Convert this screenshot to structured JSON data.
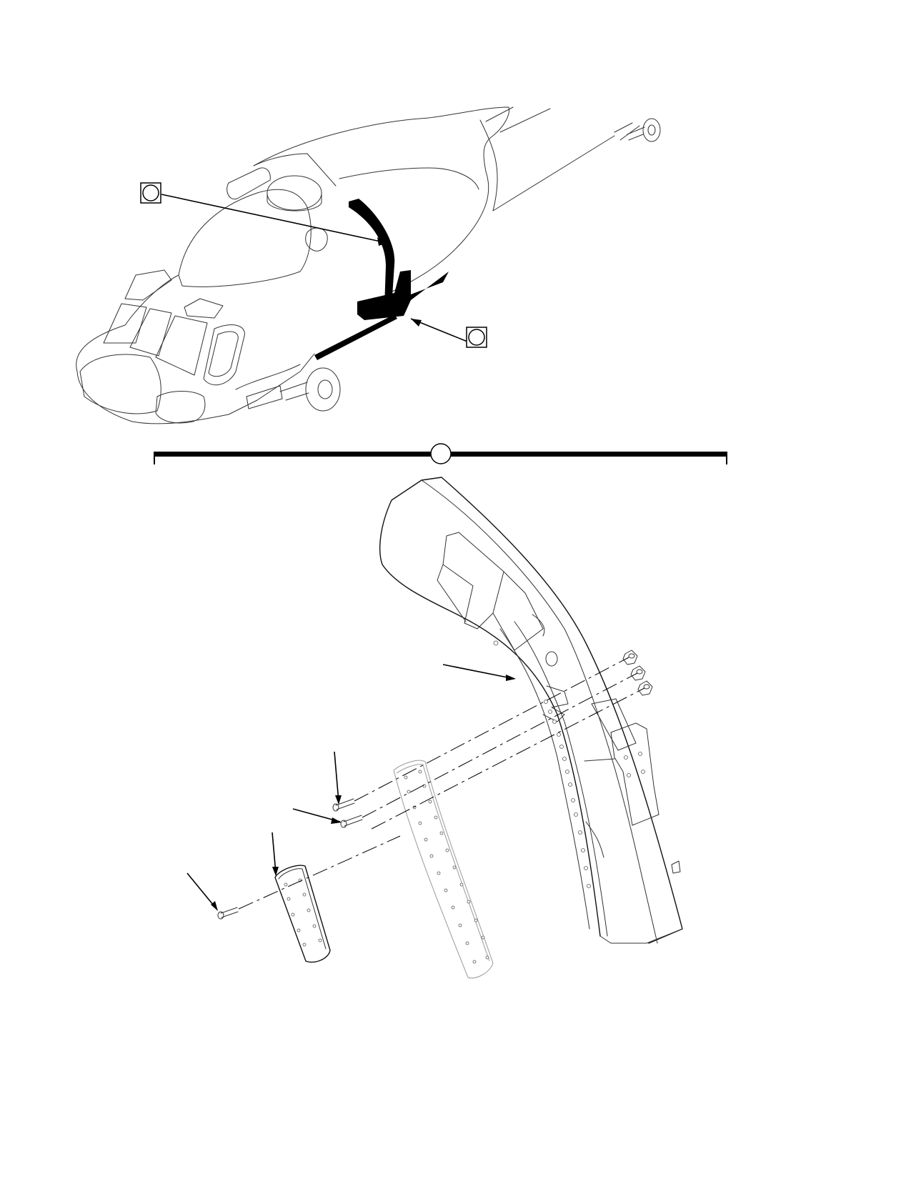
{
  "figure": {
    "callouts": [
      {
        "name": "callout-fairing",
        "label": ""
      },
      {
        "name": "callout-floor-panel",
        "label": ""
      },
      {
        "name": "callout-detail",
        "label": ""
      }
    ]
  }
}
